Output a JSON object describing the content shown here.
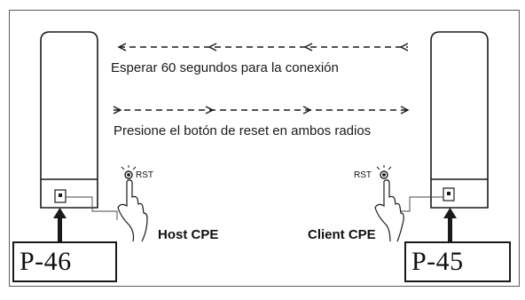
{
  "captions": {
    "wait": "Esperar 60 segundos para la conexión",
    "reset": "Presione el botón de reset en ambos radios"
  },
  "devices": {
    "host": {
      "role_label": "Host CPE",
      "rst_label": "RST",
      "tag": "P-46"
    },
    "client": {
      "role_label": "Client CPE",
      "rst_label": "RST",
      "tag": "P-45"
    }
  },
  "icons": {
    "arrow_left": "dashed-arrow-left-icon",
    "arrow_right": "dashed-arrow-right-icon",
    "hand": "pointing-hand-icon",
    "button": "reset-button-icon"
  },
  "colors": {
    "line": "#1a1a1a",
    "border": "#5a5a5a"
  }
}
